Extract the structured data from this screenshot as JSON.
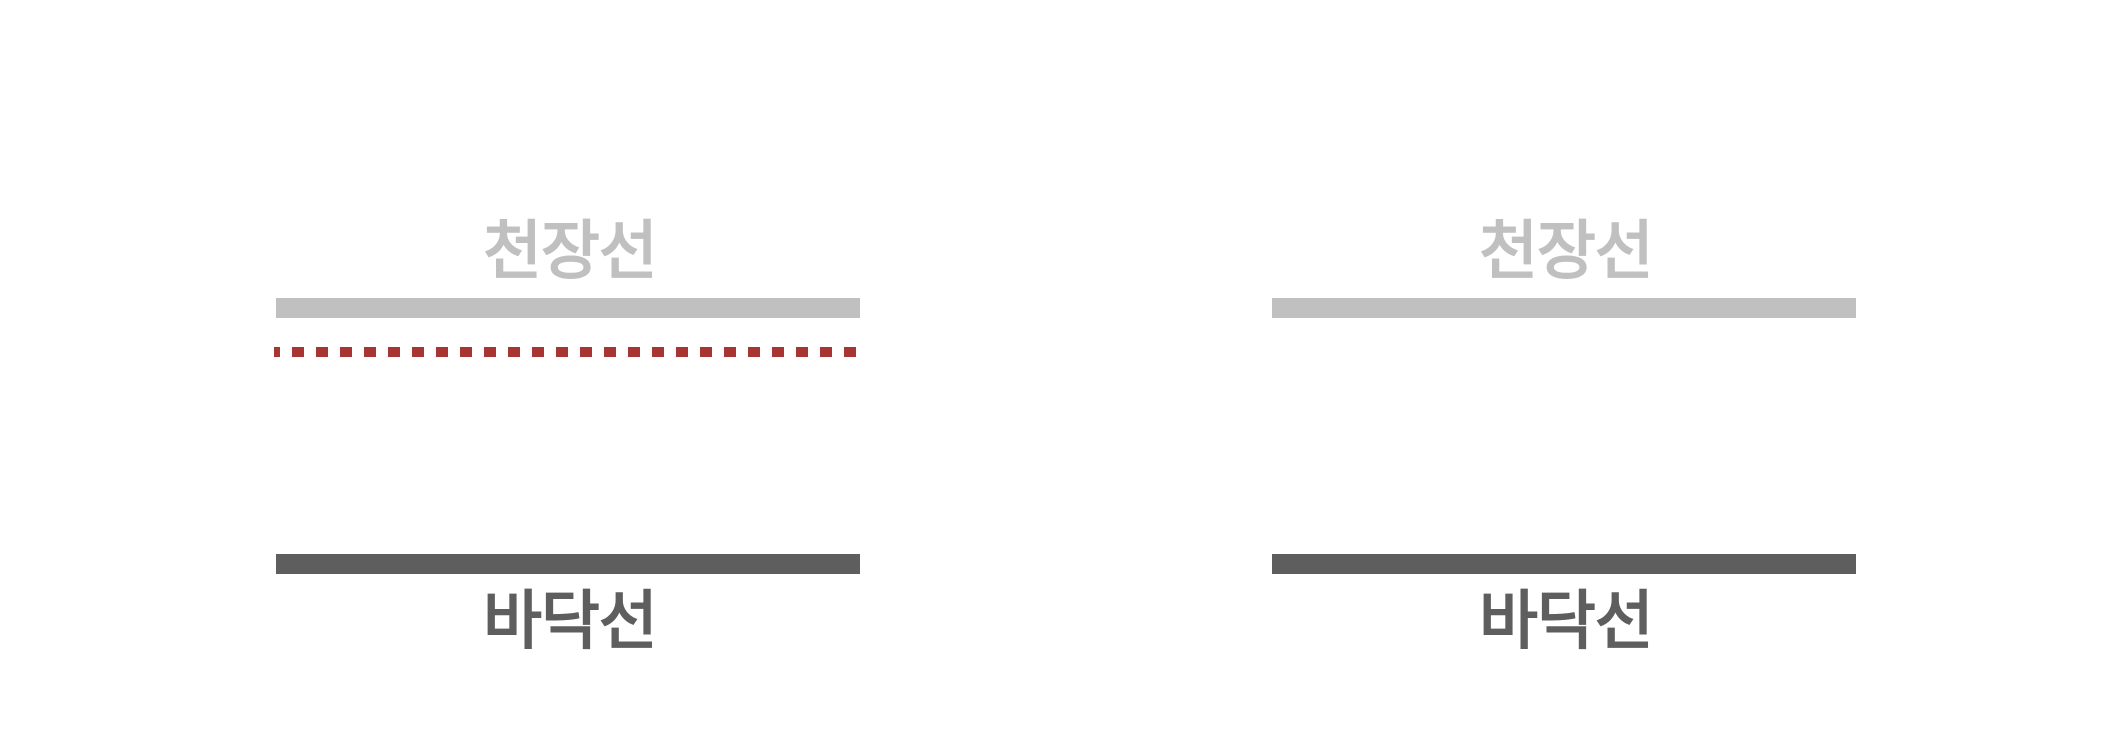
{
  "colors": {
    "ceiling": "#c0c0c0",
    "floor": "#5e5e5e",
    "dashed": "#a83434"
  },
  "panels": [
    {
      "ceiling_label": "천장선",
      "floor_label": "바닥선",
      "has_dashed_line": true
    },
    {
      "ceiling_label": "천장선",
      "floor_label": "바닥선",
      "has_dashed_line": false
    }
  ]
}
